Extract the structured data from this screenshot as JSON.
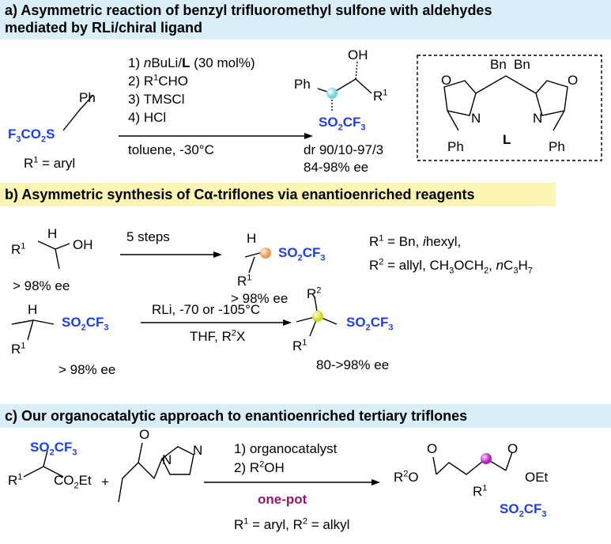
{
  "section_a": {
    "header_line1": "a) Asymmetric reaction of  benzyl trifluoromethyl sulfone with aldehydes",
    "header_line2": "mediated by RLi/chiral ligand",
    "reagent_ph": "Ph",
    "reagent_r1": "R",
    "reagent_r1_sup": "1",
    "reagent_r1_tail": " = aryl",
    "steps": [
      "1) nBuLi/L (30 mol%)",
      "2) R1CHO",
      "3) TMSCl",
      "4) HCl"
    ],
    "conditions": "toluene, -30°C",
    "product_oh": "OH",
    "product_ph": "Ph",
    "product_r1": "R",
    "dr": "dr 90/10-97/3",
    "ee": "84-98% ee",
    "ligand_bn1": "Bn",
    "ligand_bn2": "Bn",
    "ligand_o": "O",
    "ligand_n": "N",
    "ligand_ph": "Ph",
    "ligand_label": "L"
  },
  "section_b": {
    "header": "b) Asymmetric synthesis of  Cα-triflones via enantioenriched reagents",
    "alcohol_h": "H",
    "alcohol_oh": "OH",
    "alcohol_ee": "> 98% ee",
    "arrow1_label": "5 steps",
    "sulfone_h": "H",
    "sulfone_ee": "> 98% ee",
    "r_defs_line1": "R1 = Bn, ihexyl,",
    "r_defs_line2": "R2 = allyl, CH3OCH2, nC3H7",
    "start2_h": "H",
    "start2_ee": "> 98% ee",
    "arrow2_label_top": "RLi, -70 or -105°C",
    "arrow2_label_bottom": "THF, R2X",
    "product2_ee": "80->98% ee"
  },
  "section_c": {
    "header": "c) Our organocatalytic approach to enantioenriched tertiary triflones",
    "sub_ester": "CO2Et",
    "plus": "+",
    "pyrazole_o": "O",
    "pyrazole_n": "N",
    "step1": "1) organocatalyst",
    "step2": "2) R2OH",
    "one_pot": "one-pot",
    "r_defs": "R1 = aryl, R2 = alkyl",
    "prod_o": "O",
    "prod_oet": "OEt"
  },
  "colors": {
    "header_blue_bg": "#d9eef8",
    "header_yellow_bg": "#fbf4b5",
    "triflyl_blue": "#1f3fe0",
    "one_pot_purple": "#8b1a6e",
    "sphere_cyan": "#8fe3e8",
    "sphere_orange": "#f5b27a",
    "sphere_yellow": "#e8f040",
    "sphere_magenta": "#d03ad8"
  }
}
